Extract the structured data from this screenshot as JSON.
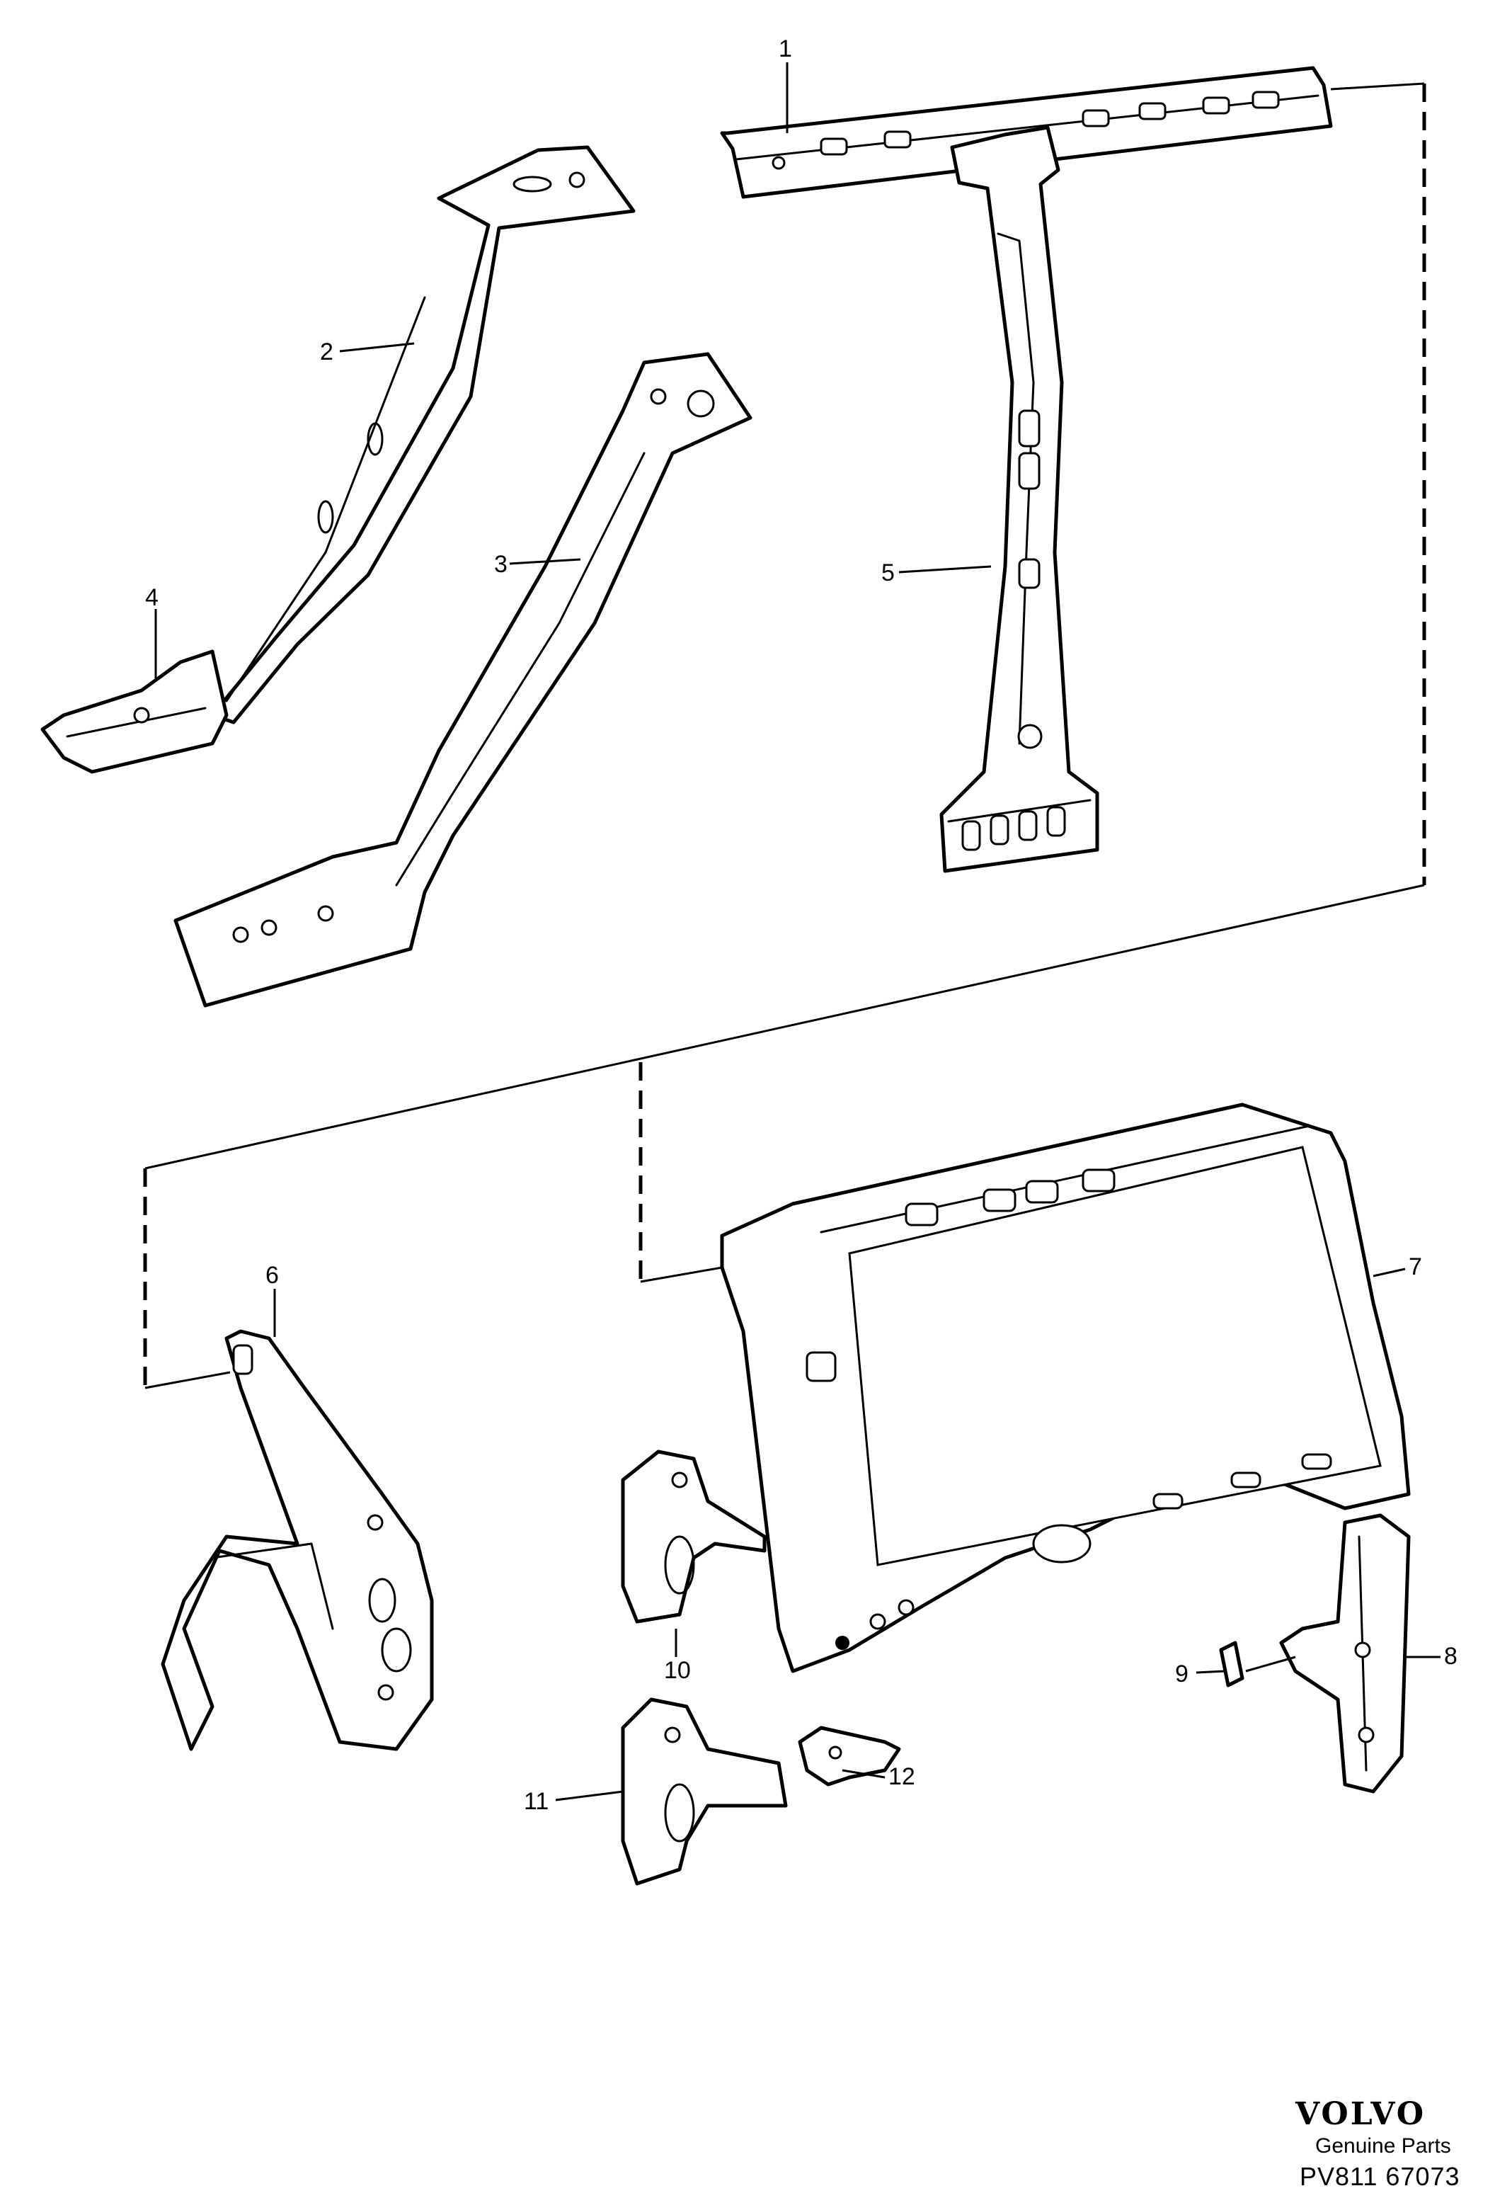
{
  "callouts": [
    "1",
    "2",
    "3",
    "4",
    "5",
    "6",
    "7",
    "8",
    "9",
    "10",
    "11",
    "12"
  ],
  "brand": {
    "logo_text": "VOLVO",
    "subtitle": "Genuine Parts",
    "drawing_number": "PV811 67073"
  }
}
